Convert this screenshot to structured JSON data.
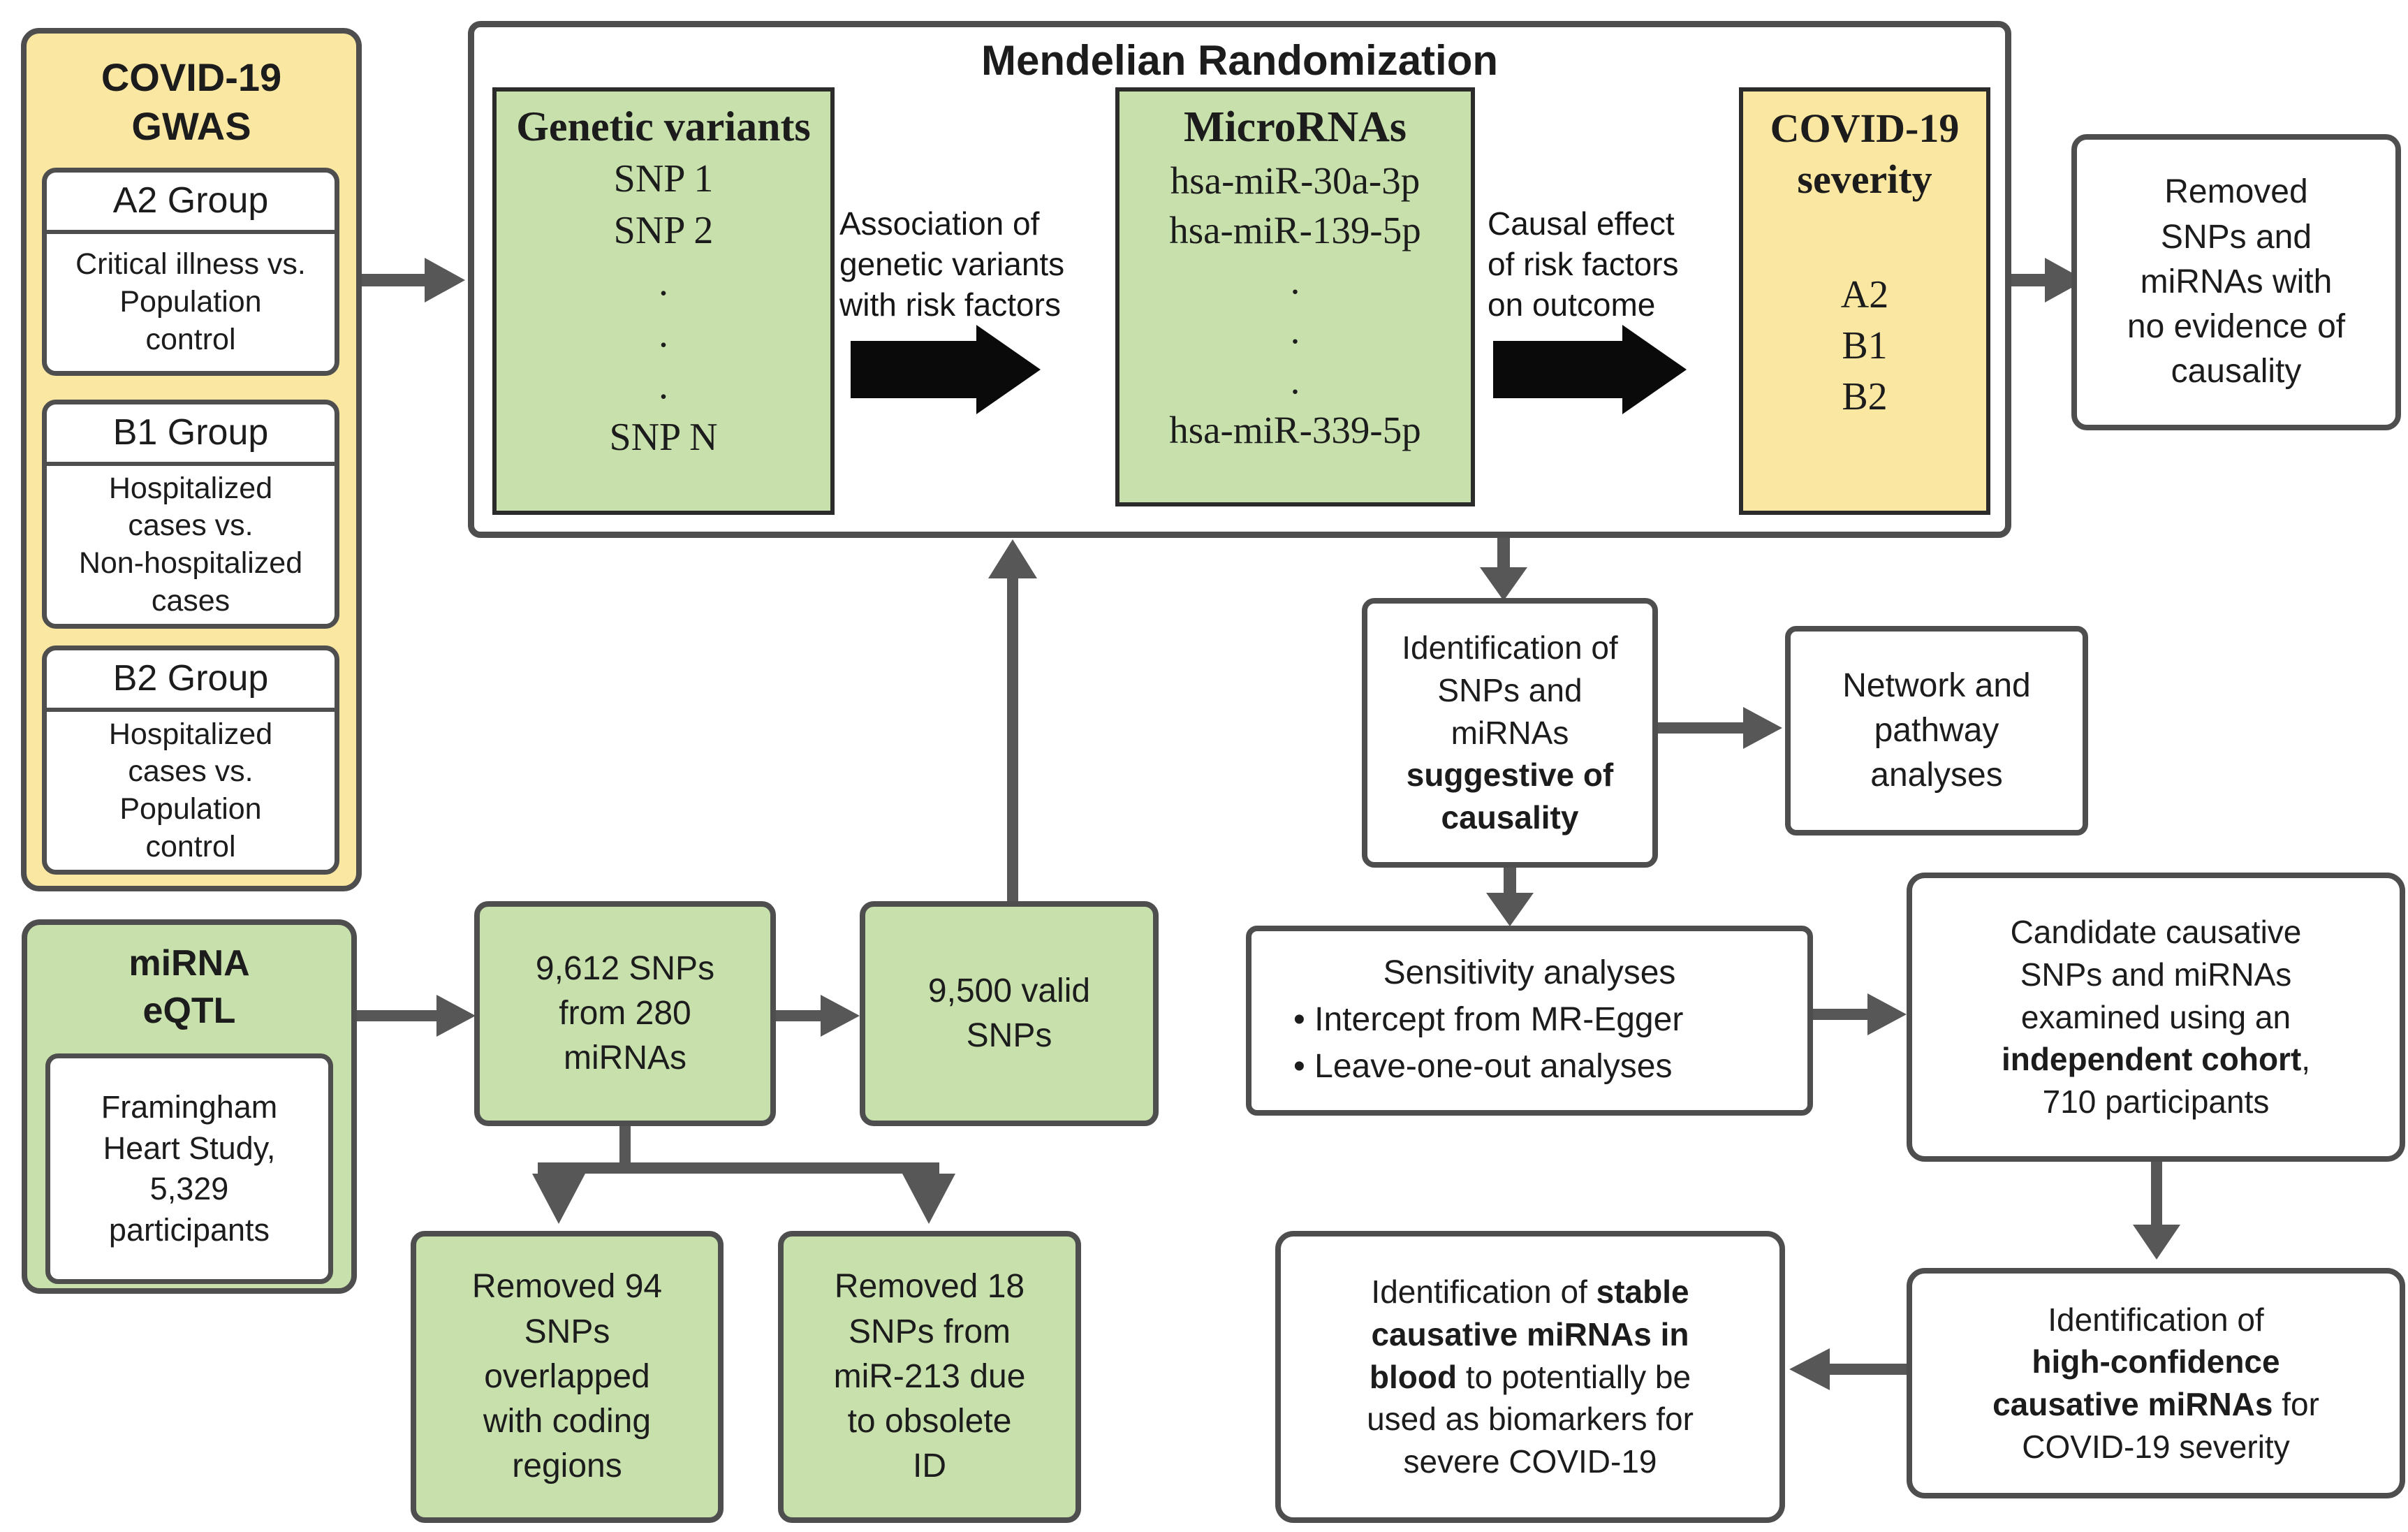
{
  "colors": {
    "box_yellow": "#FAE7A1",
    "box_green": "#C7E0AC",
    "border_gray": "#4E4E4E",
    "arrow_gray": "#575757",
    "arrow_black": "#0A0A0A",
    "text": "#1C1C1C",
    "background": "#FFFFFF"
  },
  "gwas": {
    "title": [
      "COVID-19",
      "GWAS"
    ],
    "groups": [
      {
        "name": "A2 Group",
        "desc": [
          "Critical illness vs.",
          "Population",
          "control"
        ]
      },
      {
        "name": "B1 Group",
        "desc": [
          "Hospitalized",
          "cases vs.",
          "Non-hospitalized",
          "cases"
        ]
      },
      {
        "name": "B2 Group",
        "desc": [
          "Hospitalized",
          "cases vs.",
          "Population",
          "control"
        ]
      }
    ]
  },
  "mr": {
    "title": "Mendelian Randomization",
    "genetic_variants": {
      "title": [
        "Genetic variants"
      ],
      "items": [
        "SNP 1",
        "SNP 2",
        ".",
        ".",
        ".",
        "SNP N"
      ]
    },
    "assoc_label": [
      "Association of",
      "genetic variants",
      "with risk factors"
    ],
    "micrornas": {
      "title": [
        "MicroRNAs"
      ],
      "items": [
        "hsa-miR-30a-3p",
        "hsa-miR-139-5p",
        ".",
        ".",
        ".",
        "hsa-miR-339-5p"
      ]
    },
    "causal_label": [
      "Causal effect",
      "of risk factors",
      "on outcome"
    ],
    "severity": {
      "title": [
        "COVID-19",
        "severity"
      ],
      "items": [
        "A2",
        "B1",
        "B2"
      ]
    }
  },
  "removed_no_evidence": {
    "lines": [
      "Removed",
      "SNPs and",
      "miRNAs with",
      "no evidence of",
      "causality"
    ]
  },
  "suggestive": {
    "lines": [
      "Identification of",
      "SNPs and",
      "miRNAs",
      "**suggestive of**",
      "**causality**"
    ]
  },
  "network": {
    "lines": [
      "Network and",
      "pathway",
      "analyses"
    ]
  },
  "sensitivity": {
    "title": [
      "Sensitivity analyses"
    ],
    "items": [
      "• Intercept from MR-Egger",
      "• Leave-one-out analyses"
    ]
  },
  "candidate": {
    "lines": [
      "Candidate causative",
      "SNPs and miRNAs",
      "examined using an",
      "**independent cohort**,",
      "710 participants"
    ]
  },
  "high_confidence": {
    "lines": [
      "Identification of",
      "**high-confidence**",
      "**causative miRNAs** for",
      "COVID-19 severity"
    ]
  },
  "stable": {
    "lines": [
      "Identification of **stable**",
      "**causative miRNAs in**",
      "**blood** to potentially be",
      "used as biomarkers for",
      "severe COVID-19"
    ]
  },
  "eqtl": {
    "title": [
      "miRNA",
      "eQTL"
    ],
    "inner": [
      "Framingham",
      "Heart Study,",
      "5,329",
      "participants"
    ]
  },
  "snps9612": {
    "lines": [
      "9,612 SNPs",
      "from 280",
      "miRNAs"
    ]
  },
  "snps9500": {
    "lines": [
      "9,500 valid",
      "SNPs"
    ]
  },
  "removed94": {
    "lines": [
      "Removed 94",
      "SNPs",
      "overlapped",
      "with coding",
      "regions"
    ]
  },
  "removed18": {
    "lines": [
      "Removed 18",
      "SNPs from",
      "miR-213 due",
      "to obsolete",
      "ID"
    ]
  }
}
